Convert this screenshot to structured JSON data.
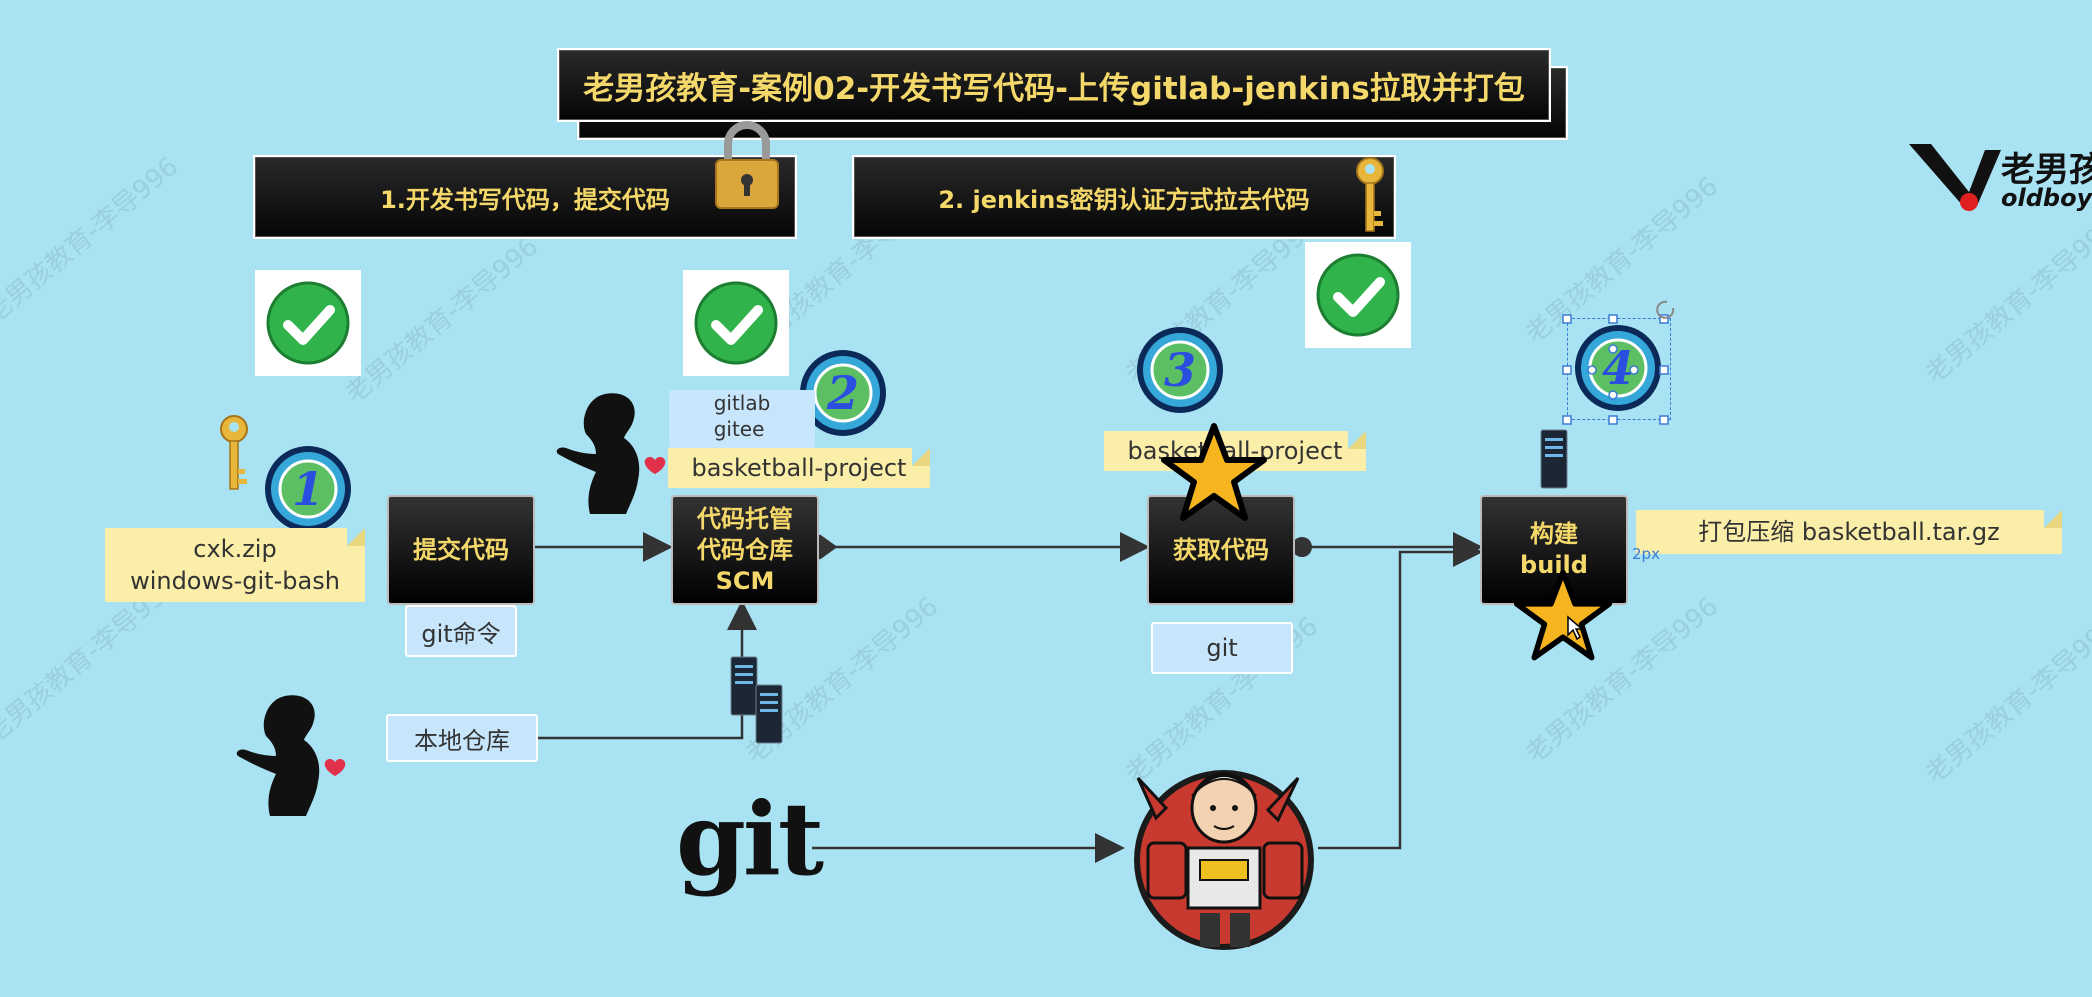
{
  "title": "老男孩教育-案例02-开发书写代码-上传gitlab-jenkins拉取并打包",
  "banners": {
    "step1": "1.开发书写代码，提交代码",
    "step2": "2. jenkins密钥认证方式拉去代码"
  },
  "logo": {
    "brand": "老男孩",
    "sub": "oldboyedu"
  },
  "watermark": "老男孩教育-李导996",
  "badges": [
    "1",
    "2",
    "3",
    "4"
  ],
  "nodes": {
    "commit": "提交代码",
    "scm": "代码托管\n代码仓库\nSCM",
    "fetch": "获取代码",
    "build": "构建\nbuild"
  },
  "notes": {
    "zip": "cxk.zip\nwindows-git-bash",
    "project1": "basketball-project",
    "project2": "basketball-project",
    "package": "打包压缩  basketball.tar.gz"
  },
  "labels": {
    "git_cmd": "git命令",
    "local_repo": "本地仓库",
    "gitlab": "gitlab\ngitee",
    "git": "git",
    "px": "2px"
  },
  "git_logo": "git",
  "colors": {
    "background": "#a9e3f3",
    "title_text": "#f5d86a",
    "note": "#fbeea9"
  }
}
